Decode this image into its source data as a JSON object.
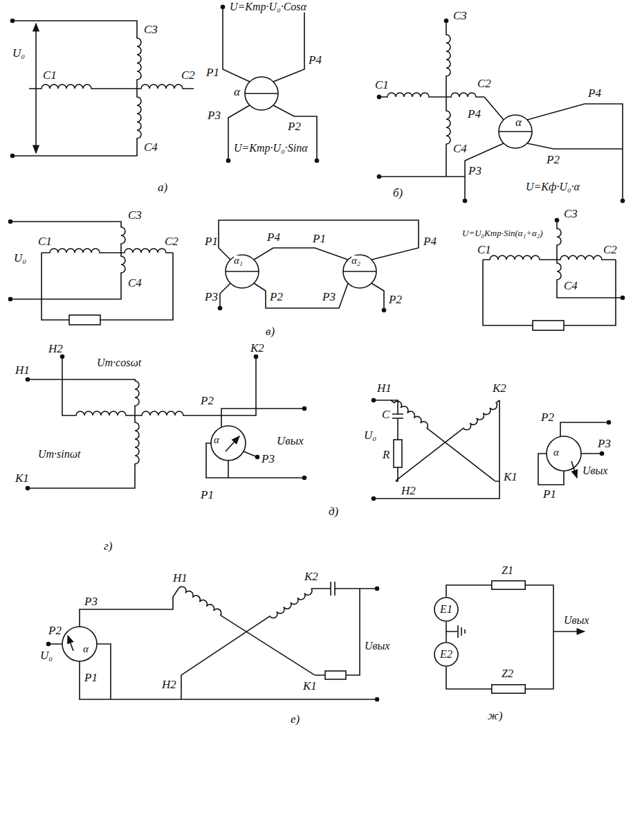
{
  "diagram": {
    "nodes": [
      {
        "text": [
          "E1"
        ]
      },
      {
        "text": [
          "E2"
        ]
      },
      {
        "text": [
          "Z1"
        ]
      },
      {
        "text": [
          "Z2"
        ]
      }
    ],
    "edges": [
      {
        "from": 0,
        "to": 1,
        "arrow": "none"
      },
      {
        "from": 0,
        "to": 2,
        "arrow": "none"
      },
      {
        "from": 1,
        "to": 3,
        "arrow": "none"
      },
      {
        "from": 2,
        "to": 3,
        "arrow": "none"
      }
    ],
    "labels": [
      "U₀",
      "C3",
      "C1",
      "C2",
      "C4",
      "U=Kтр·U₀·Cosα",
      "P1",
      "α",
      "P4",
      "P3",
      "P2",
      "U=Kтр·U₀·Sinα",
      "a)",
      "C3",
      "C1",
      "C2",
      "P4",
      "α",
      "P4",
      "C4",
      "P3",
      "P2",
      "U=Kф·U₀·α",
      "б)",
      "C3",
      "C1",
      "C2",
      "U₀",
      "C4",
      "P1",
      "P4",
      "α₁",
      "P3",
      "P2",
      "P1",
      "α₂",
      "P4",
      "P3",
      "P2",
      "C3",
      "U=U₀Kтр·Sin(α₁+α₂)",
      "C1",
      "C2",
      "C4",
      "в)",
      "H2",
      "K2",
      "H1",
      "Um·cosωt",
      "Um·sinωt",
      "K1",
      "P2",
      "P3",
      "α",
      "Uвых",
      "P1",
      "г)",
      "H1",
      "K2",
      "C",
      "U₀",
      "R",
      "H2",
      "K1",
      "д)",
      "P2",
      "P3",
      "Uвых",
      "α",
      "P1",
      "P3",
      "P2",
      "U₀",
      "α",
      "P1",
      "H1",
      "K2",
      "H2",
      "K1",
      "Uвых",
      "е)",
      "Uвых",
      "ж)"
    ]
  }
}
